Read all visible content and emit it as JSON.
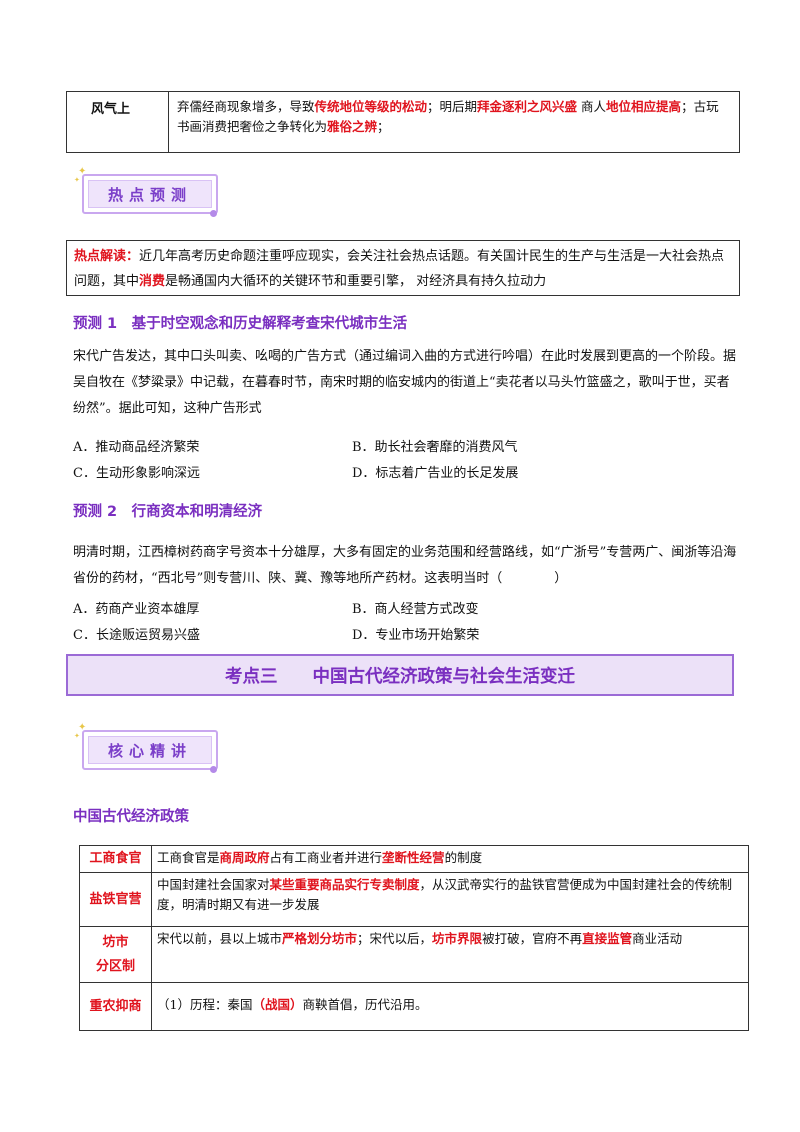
{
  "top_table": {
    "label": "风气上",
    "content": [
      {
        "t": "弃儒经商现象增多，导致"
      },
      {
        "t": "传统地位等级的松动",
        "r": true
      },
      {
        "t": "；明后期"
      },
      {
        "t": "拜金逐利之风兴盛",
        "r": true
      },
      {
        "t": " 商人"
      },
      {
        "t": "地位相应提高",
        "r": true
      },
      {
        "t": "；古玩书画消费把奢俭之争转化为"
      },
      {
        "t": "雅俗之辨",
        "r": true
      },
      {
        "t": "；"
      }
    ]
  },
  "badge_hot": "热点预测",
  "hot_box": {
    "label": "热点解读：",
    "parts": [
      {
        "t": "近几年高考历史命题注重呼应现实，会关注社会热点话题。有关国计民生的生产与生活是一大社会热点问题，其中"
      },
      {
        "t": "消费",
        "r": true
      },
      {
        "t": "是畅通国内大循环的关键环节和重要引擎， 对经济具有持久拉动力"
      }
    ]
  },
  "prediction1": {
    "title": "预测 1　基于时空观念和历史解释考查宋代城市生活",
    "stem": "宋代广告发达，其中口头叫卖、吆喝的广告方式（通过编词入曲的方式进行吟唱）在此时发展到更高的一个阶段。据吴自牧在《梦粱录》中记载，在暮春时节，南宋时期的临安城内的街道上“卖花者以马头竹篮盛之，歌叫于世，买者纷然”。据此可知，这种广告形式",
    "options": {
      "A": "A．推动商品经济繁荣",
      "B": "B．助长社会奢靡的消费风气",
      "C": "C．生动形象影响深远",
      "D": "D．标志着广告业的长足发展"
    }
  },
  "prediction2": {
    "title": "预测 2　行商资本和明清经济",
    "stem": "明清时期，江西樟树药商字号资本十分雄厚，大多有固定的业务范围和经营路线，如“广浙号”专营两广、闽浙等沿海省份的药材，“西北号”则专营川、陕、冀、豫等地所产药材。这表明当时（　　　　）",
    "options": {
      "A": "A．药商产业资本雄厚",
      "B": "B．商人经营方式改变",
      "C": "C．长途贩运贸易兴盛",
      "D": "D．专业市场开始繁荣"
    }
  },
  "band_title": "考点三　　中国古代经济政策与社会生活变迁",
  "badge_core": "核心精讲",
  "section_title": "中国古代经济政策",
  "policy_rows": [
    {
      "key": "工商食官",
      "parts": [
        {
          "t": "工商食官是"
        },
        {
          "t": "商周政府",
          "r": true
        },
        {
          "t": "占有工商业者并进行"
        },
        {
          "t": "垄断性经营",
          "r": true
        },
        {
          "t": "的制度"
        }
      ]
    },
    {
      "key": "盐铁官营",
      "parts": [
        {
          "t": "中国封建社会国家对"
        },
        {
          "t": "某些重要商品实行专卖制度",
          "r": true
        },
        {
          "t": "，从汉武帝实行的盐铁官营便成为中国封建社会的传统制度，明清时期又有进一步发展"
        }
      ]
    },
    {
      "key": "坊市\n分区制",
      "parts": [
        {
          "t": "宋代以前，县以上城市"
        },
        {
          "t": "严格划分坊市",
          "r": true
        },
        {
          "t": "；宋代以后，"
        },
        {
          "t": "坊市界限",
          "r": true
        },
        {
          "t": "被打破，官府不再"
        },
        {
          "t": "直接监管",
          "r": true
        },
        {
          "t": "商业活动"
        }
      ]
    },
    {
      "key": "重农抑商",
      "parts": [
        {
          "t": "（1）历程：秦国"
        },
        {
          "t": "（战国）",
          "r": true
        },
        {
          "t": "商鞅首倡，历代沿用。"
        }
      ]
    }
  ]
}
